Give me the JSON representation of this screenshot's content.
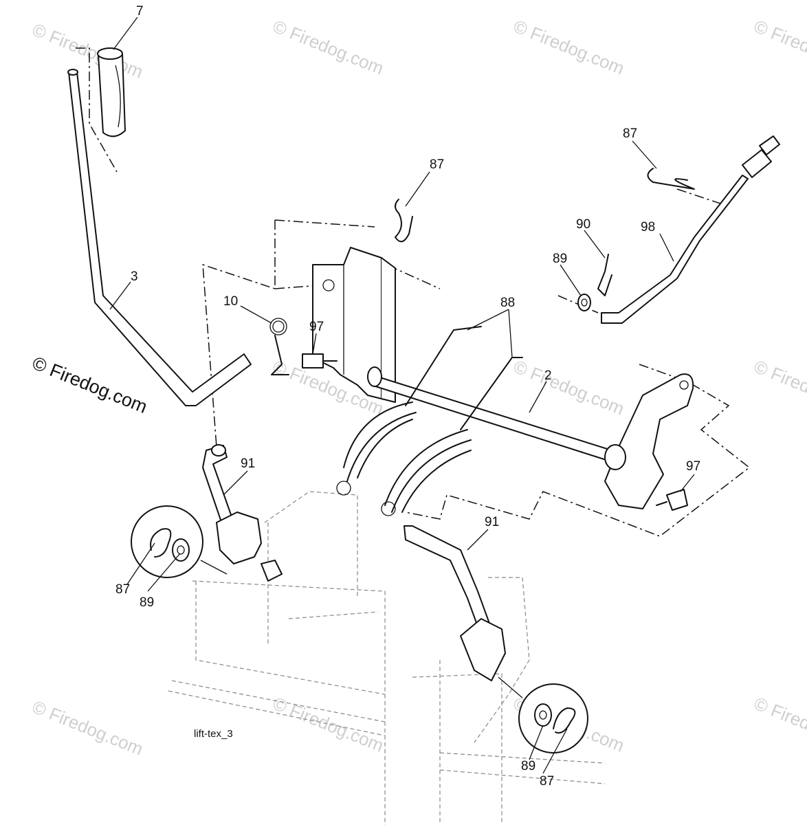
{
  "brand_text": "© Firedog.com",
  "watermark_text": "© Firedog.com",
  "diagram_code": "lift-tex_3",
  "callouts": [
    {
      "id": "c7",
      "label": "7"
    },
    {
      "id": "c87a",
      "label": "87"
    },
    {
      "id": "c87b",
      "label": "87"
    },
    {
      "id": "c90",
      "label": "90"
    },
    {
      "id": "c98",
      "label": "98"
    },
    {
      "id": "c89a",
      "label": "89"
    },
    {
      "id": "c3",
      "label": "3"
    },
    {
      "id": "c10",
      "label": "10"
    },
    {
      "id": "c97a",
      "label": "97"
    },
    {
      "id": "c88",
      "label": "88"
    },
    {
      "id": "c2",
      "label": "2"
    },
    {
      "id": "c97b",
      "label": "97"
    },
    {
      "id": "c91a",
      "label": "91"
    },
    {
      "id": "c91b",
      "label": "91"
    },
    {
      "id": "c87c",
      "label": "87"
    },
    {
      "id": "c89b",
      "label": "89"
    },
    {
      "id": "c89c",
      "label": "89"
    },
    {
      "id": "c87d",
      "label": "87"
    }
  ]
}
